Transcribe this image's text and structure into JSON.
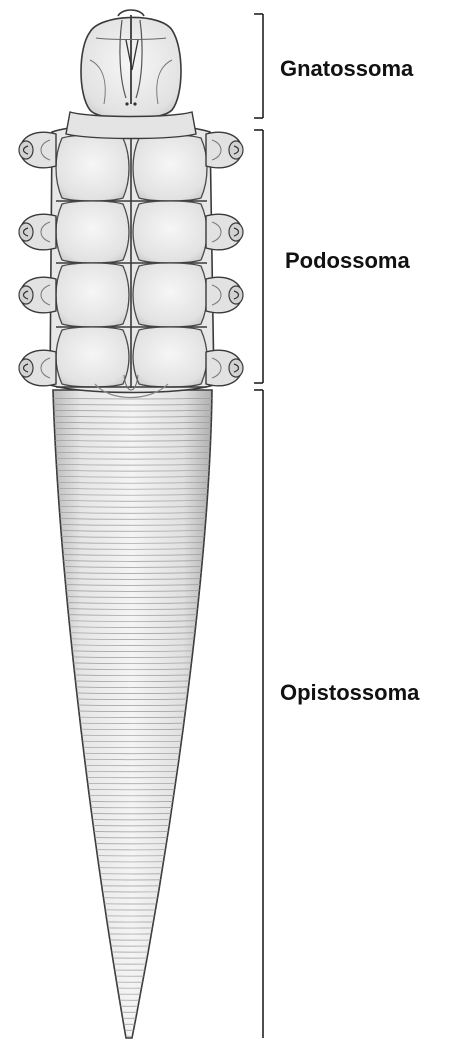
{
  "labels": {
    "gnatossoma": "Gnatossoma",
    "podossoma": "Podossoma",
    "opistossoma": "Opistossoma"
  },
  "colors": {
    "ink": "#3a3a3a",
    "body_fill": "#ececec",
    "shadow": "#bdbdbd",
    "bracket": "#222222"
  }
}
